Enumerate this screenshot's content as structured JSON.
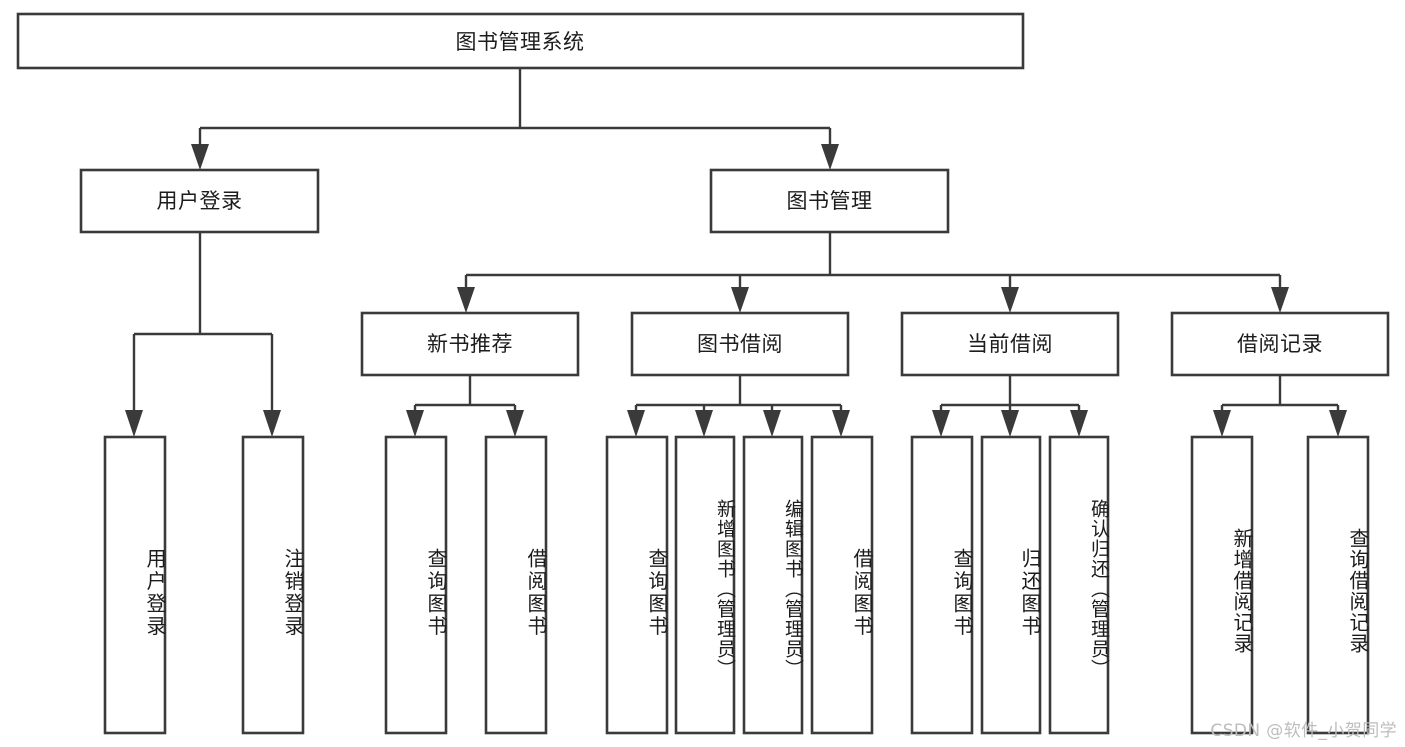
{
  "diagram": {
    "type": "tree-hierarchy",
    "title": "图书管理系统",
    "orientation": "top-down",
    "watermark": "CSDN @软件_小贺同学",
    "colors": {
      "box_fill": "#ffffff",
      "box_stroke": "#3a3a3a",
      "connector": "#3a3a3a",
      "text": "#1c1c1c",
      "watermark": "#bdbdbd",
      "background": "#ffffff"
    },
    "root": {
      "label": "图书管理系统"
    },
    "level2": [
      {
        "label": "用户登录"
      },
      {
        "label": "图书管理"
      }
    ],
    "level3": [
      {
        "label": "新书推荐"
      },
      {
        "label": "图书借阅"
      },
      {
        "label": "当前借阅"
      },
      {
        "label": "借阅记录"
      }
    ],
    "leaves": {
      "user_login": [
        {
          "label": "用户登录"
        },
        {
          "label": "注销登录"
        }
      ],
      "new_book_recommend": [
        {
          "label": "查询图书"
        },
        {
          "label": "借阅图书"
        }
      ],
      "book_borrow": [
        {
          "label": "查询图书"
        },
        {
          "label": "新增图书（管理员）"
        },
        {
          "label": "编辑图书（管理员）"
        },
        {
          "label": "借阅图书"
        }
      ],
      "current_borrow": [
        {
          "label": "查询图书"
        },
        {
          "label": "归还图书"
        },
        {
          "label": "确认归还（管理员）"
        }
      ],
      "borrow_record": [
        {
          "label": "新增借阅记录"
        },
        {
          "label": "查询借阅记录"
        }
      ]
    }
  }
}
